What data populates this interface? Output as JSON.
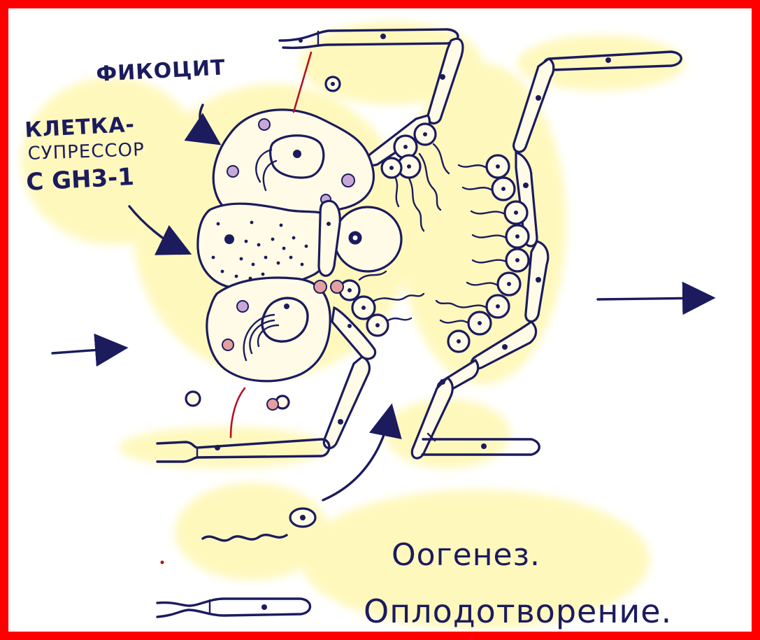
{
  "labels": {
    "phycocyte": "ФИКОЦИТ",
    "suppressor_line1": "КЛЕТКА-",
    "suppressor_line2": "СУПРЕССОР",
    "suppressor_line3": "С GH3-1",
    "caption_line1": "Оогенез.",
    "caption_line2": "Оплодотворение."
  },
  "colors": {
    "frame": "#ff0000",
    "ink": "#1b1b5e",
    "wash": "#fff6a8",
    "accent_red": "#b3122a"
  }
}
